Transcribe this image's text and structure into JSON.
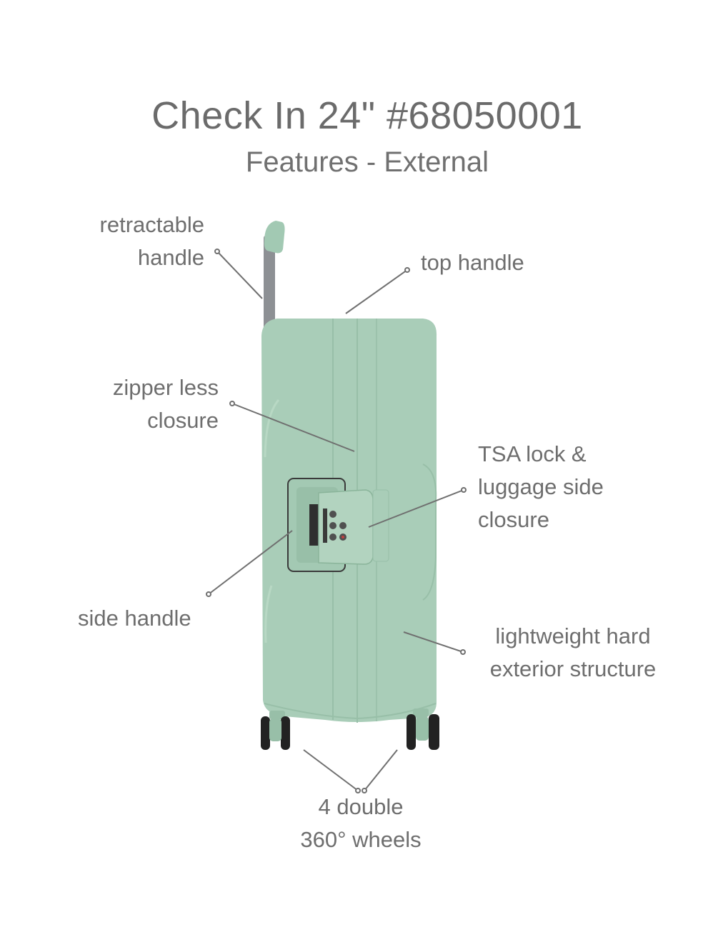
{
  "header": {
    "title": "Check In 24\" #68050001",
    "subtitle": "Features - External"
  },
  "callouts": {
    "retractable_handle": {
      "line1": "retractable",
      "line2": "handle"
    },
    "top_handle": {
      "line1": "top handle"
    },
    "zipper_less_closure": {
      "line1": "zipper less",
      "line2": "closure"
    },
    "tsa_lock": {
      "line1": "TSA lock &",
      "line2": "luggage side",
      "line3": "closure"
    },
    "side_handle": {
      "line1": "side handle"
    },
    "lightweight_shell": {
      "line1": "lightweight hard",
      "line2": "exterior structure"
    },
    "wheels": {
      "line1": "4 double",
      "line2": "360° wheels"
    }
  },
  "colors": {
    "shell": "#a9cdb8",
    "shell_shade": "#98bfa8",
    "shell_light": "#b8d8c4",
    "handle_grip": "#a2c9b3",
    "trolley_bar": "#8d9094",
    "wheel": "#222222",
    "text": "#6e6e6e",
    "leader": "#6f6f6f"
  }
}
